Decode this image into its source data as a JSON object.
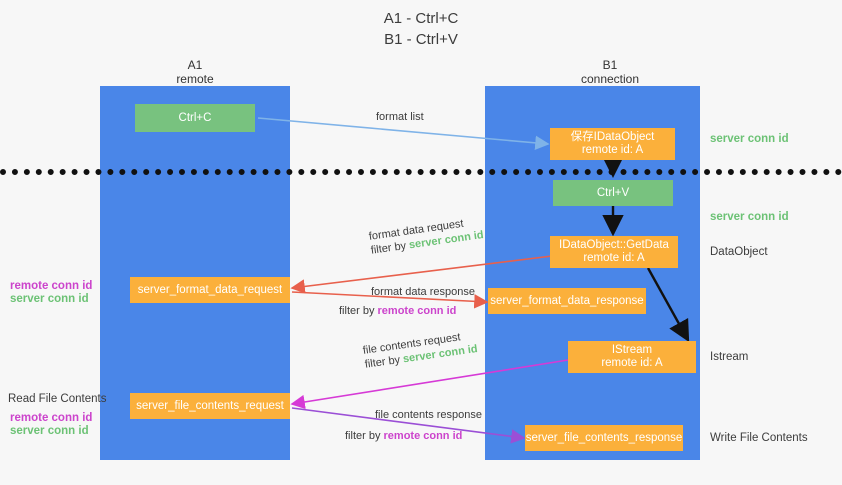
{
  "title": {
    "line1": "A1 - Ctrl+C",
    "line2": "B1 - Ctrl+V"
  },
  "lanes": [
    {
      "name": "A1",
      "sub": "remote"
    },
    {
      "name": "B1",
      "sub": "connection"
    }
  ],
  "boxes": {
    "ctrl_c": {
      "line1": "Ctrl+C"
    },
    "ctrl_v": {
      "line1": "Ctrl+V"
    },
    "save_idataobject": {
      "line1": "保存IDataObject",
      "line2": "remote id: A"
    },
    "getdata": {
      "line1": "IDataObject::GetData",
      "line2": "remote id: A"
    },
    "istream": {
      "line1": "IStream",
      "line2": "remote id: A"
    },
    "fmt_req": {
      "line1": "server_format_data_request"
    },
    "fmt_resp": {
      "line1": "server_format_data_response"
    },
    "file_req": {
      "line1": "server_file_contents_request"
    },
    "file_resp": {
      "line1": "server_file_contents_response"
    }
  },
  "arrows": {
    "format_list": "format list",
    "fmt_req_l1": "format data request",
    "fmt_req_l2_prefix": "filter by ",
    "fmt_req_l2_value": "server conn id",
    "fmt_resp_l1": "format data response",
    "fmt_resp_l2_prefix": "filter by ",
    "fmt_resp_l2_value": "remote conn id",
    "file_req_l1": "file contents request",
    "file_req_l2_prefix": "filter by ",
    "file_req_l2_value": "server conn id",
    "file_resp_l1": "file contents response",
    "file_resp_l2_prefix": "filter by ",
    "file_resp_l2_value": "remote conn id"
  },
  "annotations": {
    "server_conn_id_top": "server conn id",
    "server_conn_id_mid": "server conn id",
    "dataobject": "DataObject",
    "istream": "Istream",
    "write_file_contents": "Write File Contents",
    "read_file_contents": "Read File Contents",
    "left_remote_conn_id_1": "remote conn id",
    "left_server_conn_id_1": "server conn id",
    "left_remote_conn_id_2": "remote conn id",
    "left_server_conn_id_2": "server conn id"
  },
  "colors": {
    "lane": "#4a86e8",
    "orange": "#fbb03b",
    "green": "#78c27f",
    "green_text": "#6cc275",
    "purple_text": "#cc44cc",
    "arrow_blue": "#7fb3e8",
    "arrow_red": "#e8604c",
    "arrow_magenta": "#d63ad6",
    "arrow_purple": "#9b4fd6",
    "arrow_black": "#111111"
  }
}
